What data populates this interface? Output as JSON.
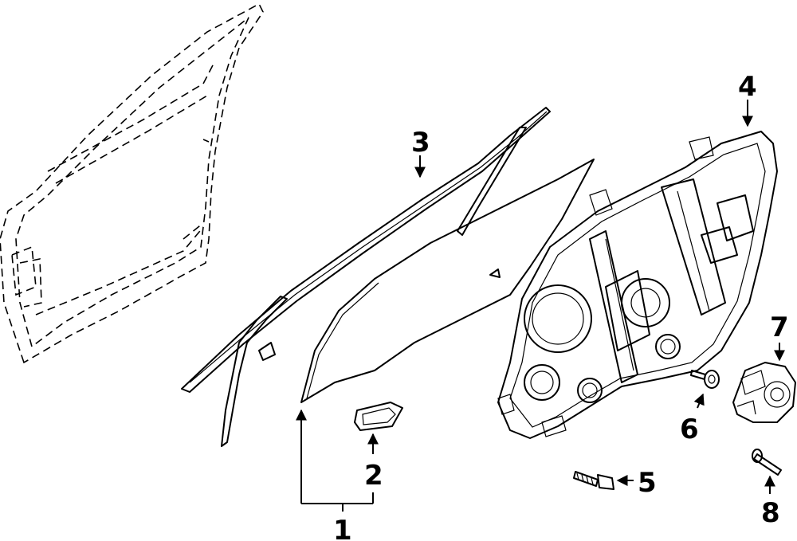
{
  "callouts": {
    "c1": "1",
    "c2": "2",
    "c3": "3",
    "c4": "4",
    "c5": "5",
    "c6": "6",
    "c7": "7",
    "c8": "8"
  },
  "parts": [
    "door-shell-outline",
    "door-glass",
    "glass-run-channel",
    "window-regulator-panel",
    "regulator-bolt",
    "panel-screw",
    "regulator-motor",
    "motor-bolt",
    "glass-mounting-clip"
  ]
}
